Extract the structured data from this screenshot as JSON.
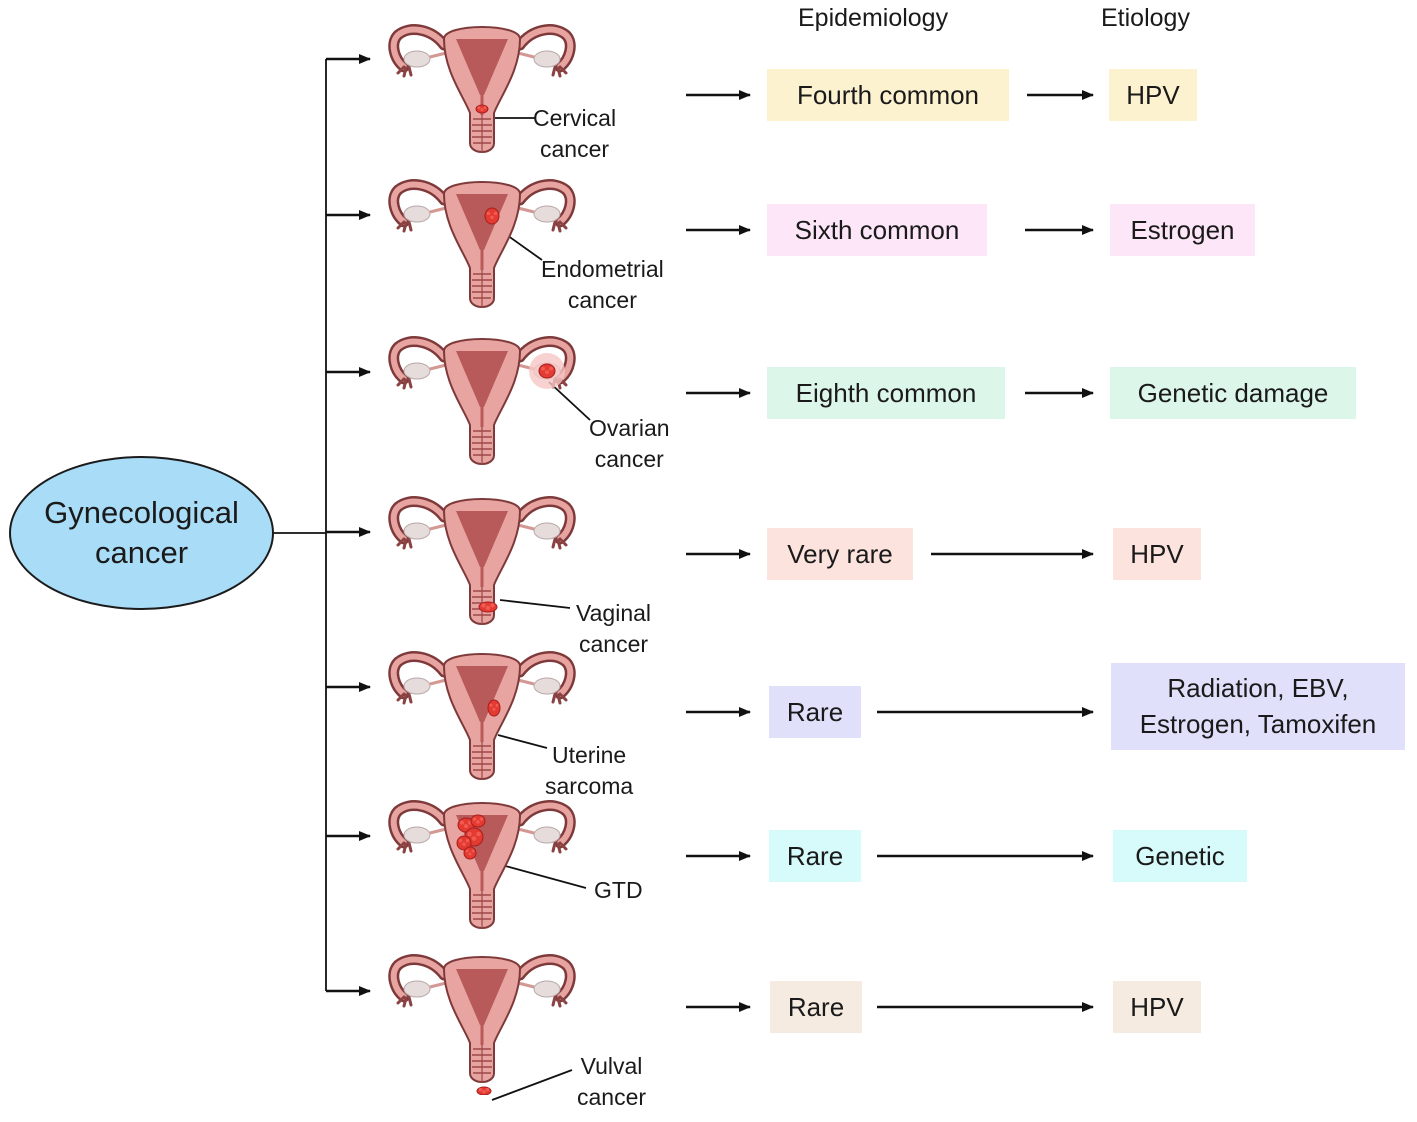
{
  "headers": {
    "epidemiology": "Epidemiology",
    "etiology": "Etiology"
  },
  "root": {
    "line1": "Gynecological",
    "line2": "cancer",
    "color": "#a9dcf7"
  },
  "rows": [
    {
      "label": [
        "Cervical",
        "cancer"
      ],
      "tumor": "cervix",
      "epidemiology": "Fourth common",
      "etiology": [
        "HPV"
      ],
      "color": "#fdf2d0"
    },
    {
      "label": [
        "Endometrial",
        "cancer"
      ],
      "tumor": "endometrium",
      "epidemiology": "Sixth common",
      "etiology": [
        "Estrogen"
      ],
      "color": "#fde6f8"
    },
    {
      "label": [
        "Ovarian",
        "cancer"
      ],
      "tumor": "ovary",
      "epidemiology": "Eighth common",
      "etiology": [
        "Genetic damage"
      ],
      "color": "#ddf6ea"
    },
    {
      "label": [
        "Vaginal",
        "cancer"
      ],
      "tumor": "vagina",
      "epidemiology": "Very rare",
      "etiology": [
        "HPV"
      ],
      "color": "#fde3de"
    },
    {
      "label": [
        "Uterine",
        "sarcoma"
      ],
      "tumor": "myometrium",
      "epidemiology": "Rare",
      "etiology": [
        "Radiation, EBV,",
        "Estrogen, Tamoxifen"
      ],
      "colorEpi": "#e0e0fb",
      "color": "#e0e0fb"
    },
    {
      "label": [
        "GTD"
      ],
      "tumor": "cavity",
      "epidemiology": "Rare",
      "etiology": [
        "Genetic"
      ],
      "color": "#d7fafa"
    },
    {
      "label": [
        "Vulval",
        "cancer"
      ],
      "tumor": "vulva",
      "epidemiology": "Rare",
      "etiology": [
        "HPV"
      ],
      "color": "#f6ebe1"
    }
  ]
}
